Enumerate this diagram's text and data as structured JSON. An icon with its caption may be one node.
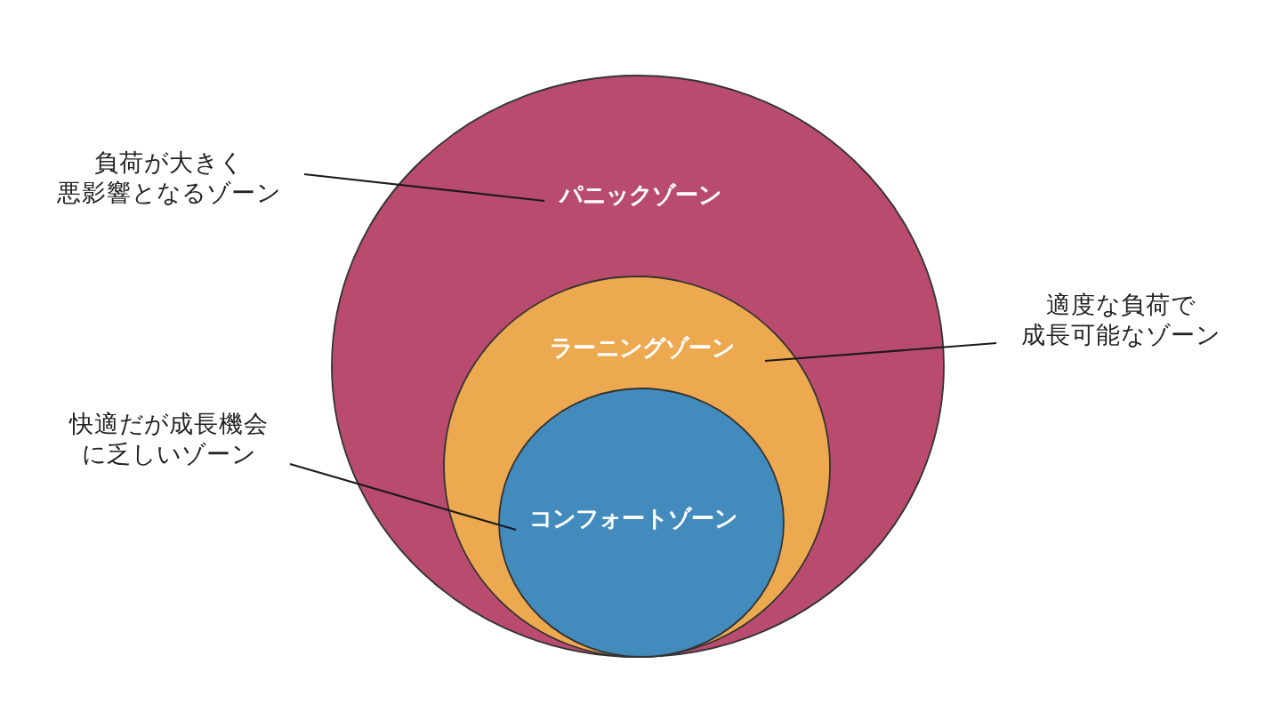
{
  "diagram": {
    "nodes": [
      {
        "text": [
          "パニックゾーン"
        ]
      },
      {
        "text": [
          "ラーニングゾーン"
        ],
        "in": 0
      },
      {
        "text": [
          "コンフォートゾーン"
        ],
        "in": 1
      },
      {
        "text": [
          "負荷が大きく悪影響となるゾーン"
        ]
      },
      {
        "text": [
          "適度な負荷で成長可能なゾーン"
        ]
      },
      {
        "text": [
          "快適だが成長機会に乏しいゾーン"
        ]
      }
    ],
    "edges": [
      {
        "from": 3,
        "to": 0,
        "arrow": "none"
      },
      {
        "from": 4,
        "to": 1,
        "arrow": "none"
      },
      {
        "from": 5,
        "to": 2,
        "arrow": "none"
      }
    ]
  }
}
